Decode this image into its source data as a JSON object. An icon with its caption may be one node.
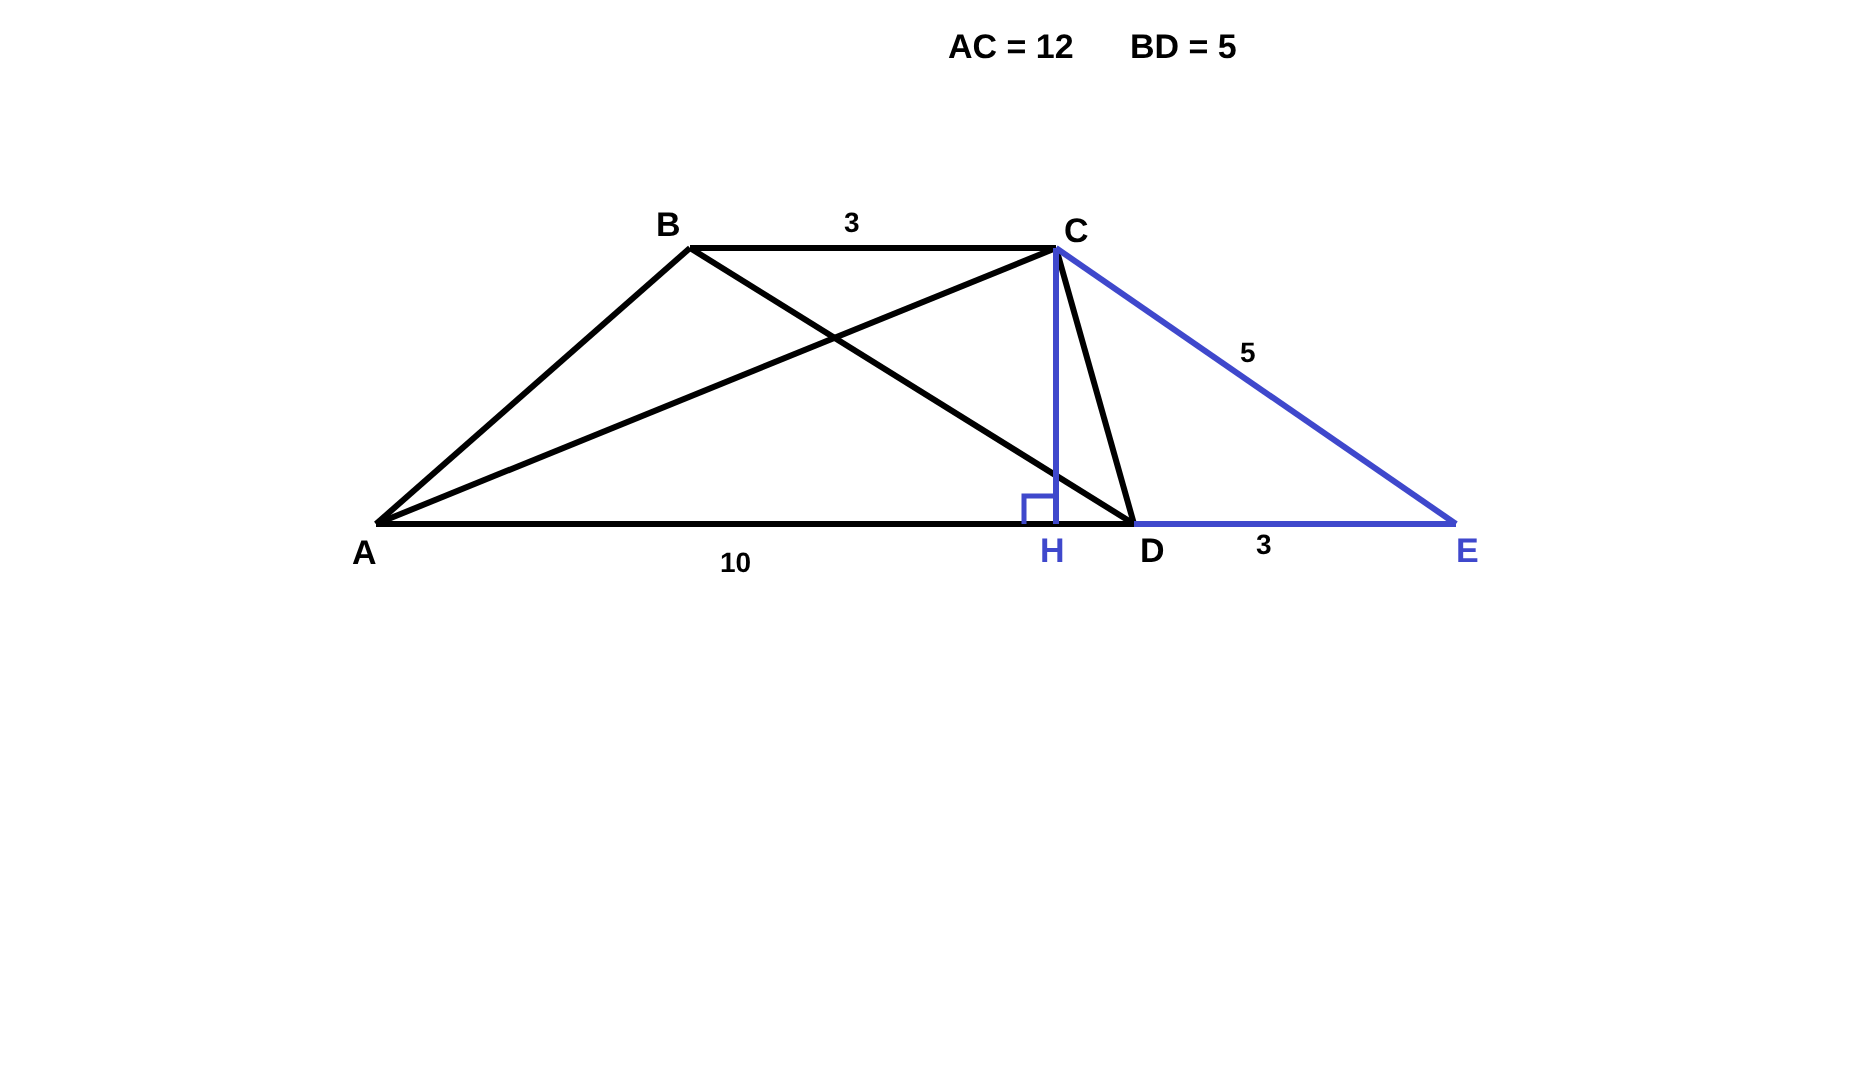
{
  "diagram": {
    "nodes": [
      {
        "text": [
          "A"
        ]
      },
      {
        "text": [
          "B"
        ]
      },
      {
        "text": [
          "C"
        ]
      },
      {
        "text": [
          "H"
        ]
      },
      {
        "text": [
          "D"
        ]
      },
      {
        "text": [
          "E"
        ]
      }
    ],
    "edges": [
      {
        "from": 0,
        "to": 1,
        "arrow": "none"
      },
      {
        "from": 1,
        "to": 2,
        "arrow": "none",
        "label": "3"
      },
      {
        "from": 0,
        "to": 4,
        "arrow": "none",
        "label": "10"
      },
      {
        "from": 0,
        "to": 2,
        "arrow": "none"
      },
      {
        "from": 1,
        "to": 4,
        "arrow": "none"
      },
      {
        "from": 2,
        "to": 4,
        "arrow": "none"
      },
      {
        "from": 2,
        "to": 3,
        "arrow": "none",
        "color": "#3f48cc"
      },
      {
        "from": 2,
        "to": 5,
        "arrow": "none",
        "label": "5",
        "color": "#3f48cc"
      },
      {
        "from": 4,
        "to": 5,
        "arrow": "none",
        "label": "3",
        "color": "#3f48cc"
      }
    ],
    "labels": [
      "AC = 12",
      "BD = 5"
    ]
  }
}
